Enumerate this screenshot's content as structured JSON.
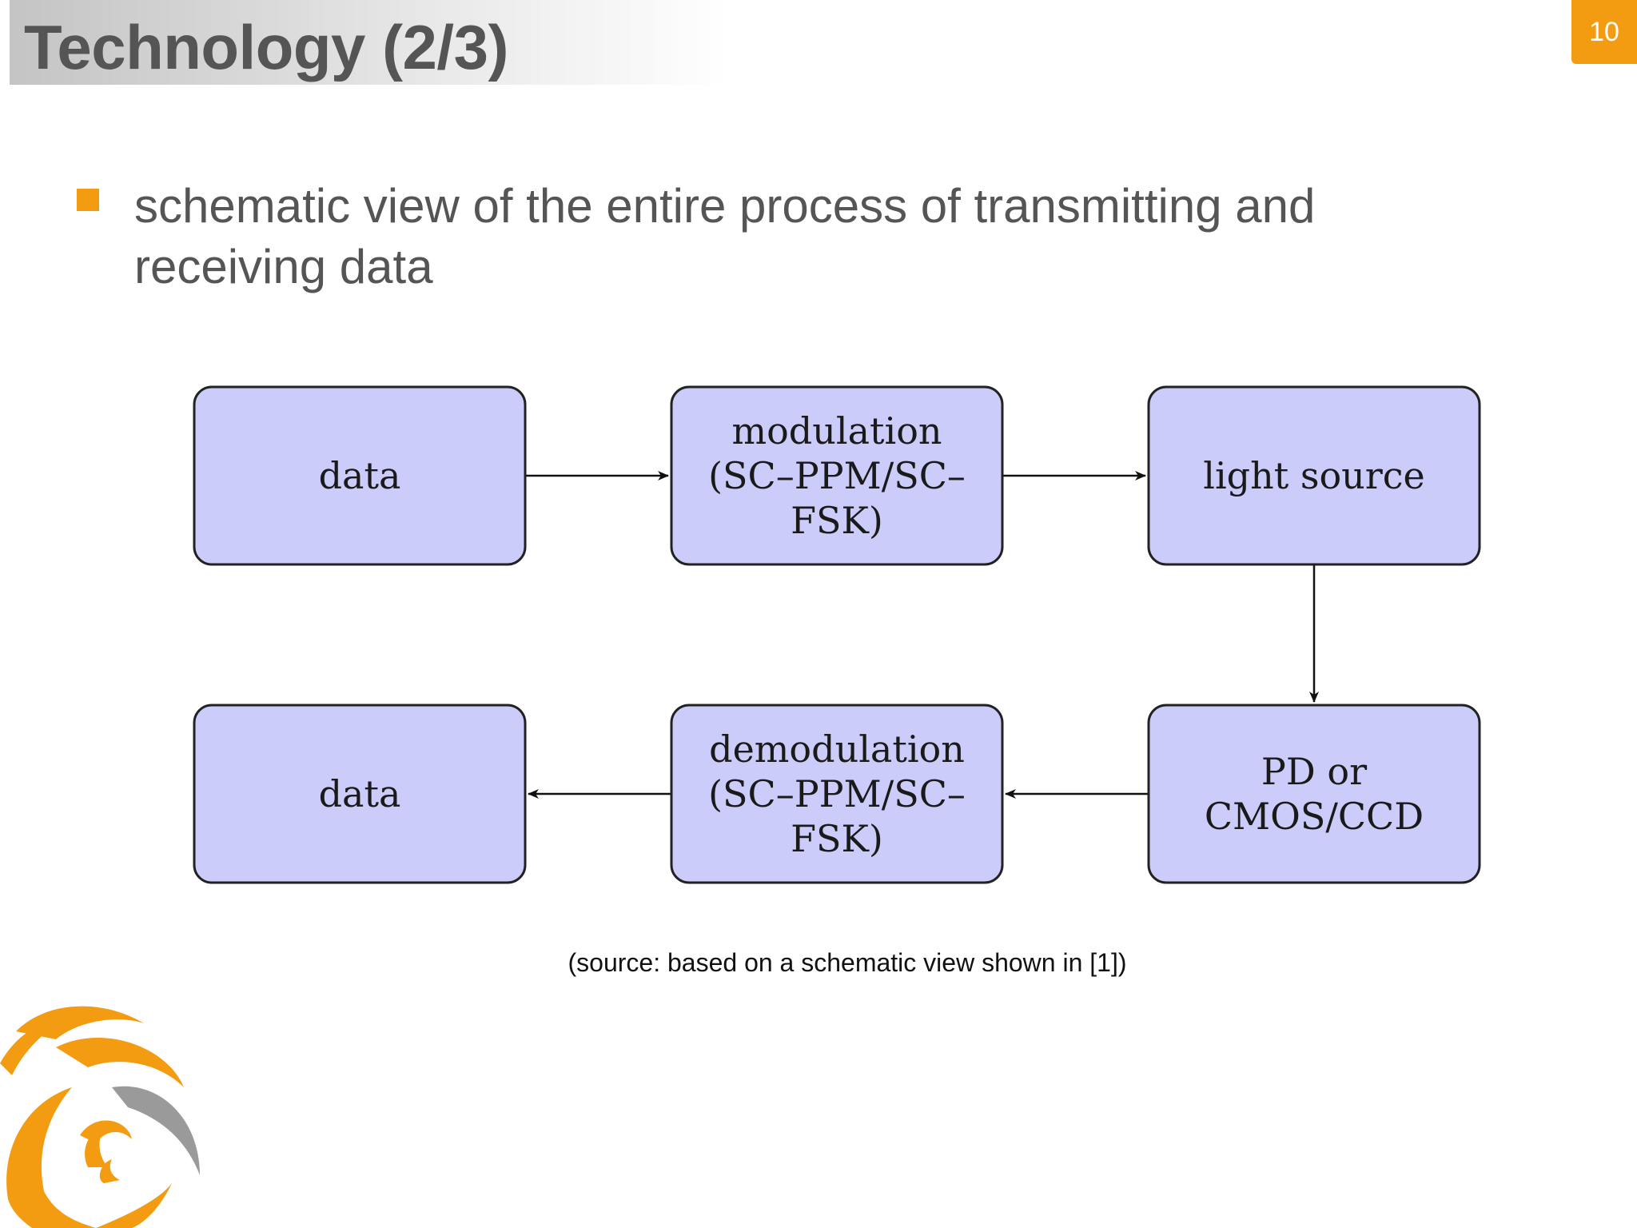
{
  "slide": {
    "title": "Technology (2/3)",
    "page_number": "10",
    "bullet": "schematic view of the entire process of transmitting and receiving data",
    "caption": "(source: based on a schematic view shown in [1])"
  },
  "diagram": {
    "nodes": [
      {
        "id": "data-in",
        "lines": [
          "data"
        ]
      },
      {
        "id": "modulation",
        "lines": [
          "modulation",
          "(SC–PPM/SC–",
          "FSK)"
        ]
      },
      {
        "id": "light-source",
        "lines": [
          "light source"
        ]
      },
      {
        "id": "pd-cmos",
        "lines": [
          "PD or",
          "CMOS/CCD"
        ]
      },
      {
        "id": "demodulation",
        "lines": [
          "demodulation",
          "(SC–PPM/SC–",
          "FSK)"
        ]
      },
      {
        "id": "data-out",
        "lines": [
          "data"
        ]
      }
    ],
    "edges": [
      {
        "from": "data-in",
        "to": "modulation"
      },
      {
        "from": "modulation",
        "to": "light-source"
      },
      {
        "from": "light-source",
        "to": "pd-cmos"
      },
      {
        "from": "pd-cmos",
        "to": "demodulation"
      },
      {
        "from": "demodulation",
        "to": "data-out"
      }
    ],
    "colors": {
      "box_fill": "#ccccfa",
      "box_stroke": "#222222",
      "arrow": "#111111"
    }
  },
  "logo": {
    "icon": "swirl-logo-icon",
    "colors": {
      "primary": "#f39c12",
      "secondary": "#9a9a9a"
    }
  },
  "accent_color": "#f39c12"
}
